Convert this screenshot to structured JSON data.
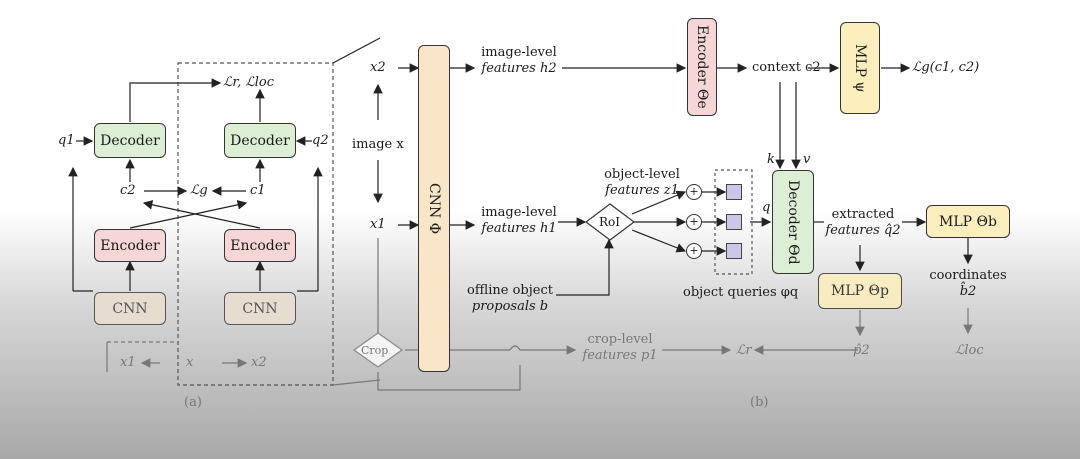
{
  "panel_a": {
    "caption": "(a)",
    "decoder_left": "Decoder",
    "decoder_right": "Decoder",
    "encoder_left": "Encoder",
    "encoder_right": "Encoder",
    "cnn_left": "CNN",
    "cnn_right": "CNN",
    "loss_top": "ℒr, ℒloc",
    "q1": "q1",
    "q2": "q2",
    "c2": "c2",
    "c1": "c1",
    "lg": "ℒg",
    "x1": "x1",
    "x": "x",
    "x2": "x2"
  },
  "panel_b": {
    "caption": "(b)",
    "x2": "x2",
    "x1": "x1",
    "image_x": "image x",
    "cnn": "CNN Φ",
    "crop": "Crop",
    "img_feat_h2_l1": "image-level",
    "img_feat_h2_l2": "features h2",
    "img_feat_h1_l1": "image-level",
    "img_feat_h1_l2": "features h1",
    "encoder_e": "Encoder Θe",
    "context": "context c2",
    "mlp_psi": "MLP ψ",
    "lg_out": "ℒg(c1, c2)",
    "obj_feat_l1": "object-level",
    "obj_feat_l2": "features z1",
    "roi": "RoI",
    "plus": "+",
    "k": "k",
    "v": "v",
    "q": "q",
    "decoder_d": "Decoder Θd",
    "extracted_l1": "extracted",
    "extracted_l2": "features q̂2",
    "mlp_b": "MLP Θb",
    "coords_l1": "coordinates",
    "coords_l2": "b̂2",
    "mlp_p": "MLP Θp",
    "p_hat": "p̂2",
    "l_loc": "ℒloc",
    "l_r": "ℒr",
    "crop_feat_l1": "crop-level",
    "crop_feat_l2": "features p1",
    "offline_l1": "offline object",
    "offline_l2": "proposals b",
    "obj_queries": "object queries φq"
  },
  "colors": {
    "decoder": "#dcefd4",
    "encoder": "#f6d6d6",
    "cnn": "#e6ddd0",
    "mlp": "#fcefbd",
    "cnn_phi": "#f9e6c8",
    "query": "#c9c8e8"
  }
}
